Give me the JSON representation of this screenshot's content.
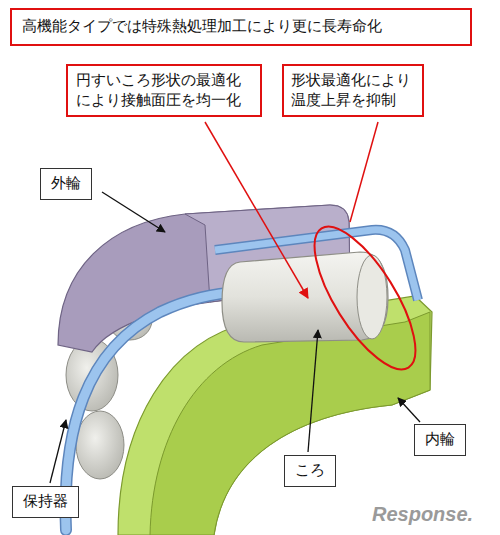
{
  "diagram": {
    "nodes": [
      {
        "text": [
          "高機能タイプでは特殊熱処理加工により更に長寿命化"
        ]
      },
      {
        "text": [
          "円すいころ形状の最適化により接触面圧を均一化"
        ]
      },
      {
        "text": [
          "形状最適化により温度上昇を抑制"
        ]
      },
      {
        "text": [
          "外輪"
        ]
      },
      {
        "text": [
          "ころ"
        ]
      },
      {
        "text": [
          "内輪"
        ]
      },
      {
        "text": [
          "保持器"
        ]
      }
    ],
    "labels": [
      "Response."
    ]
  }
}
